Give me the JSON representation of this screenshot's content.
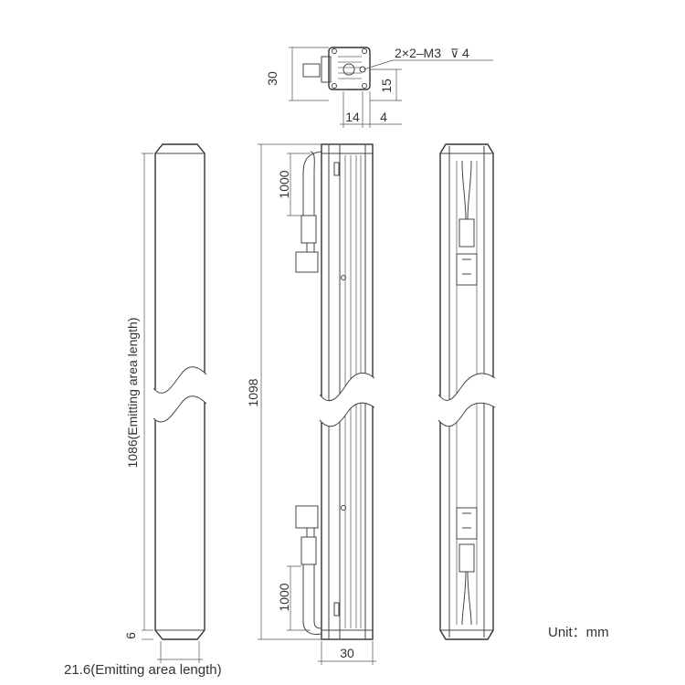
{
  "labels": {
    "top_width": "30",
    "thread_spec": "2×2–M3",
    "thread_depth_symbol": "⊽",
    "thread_depth": "4",
    "top_height": "15",
    "top_offset_a": "14",
    "top_offset_b": "4",
    "emitting_length": "1086(Emitting area length)",
    "end_margin": "6",
    "emitting_width": "21.6(Emitting area length)",
    "cable_upper": "1000",
    "cable_lower": "1000",
    "total_length": "1098",
    "body_width": "30",
    "unit": "Unit：mm"
  },
  "colors": {
    "line": "#333333",
    "dimension": "#555555",
    "background": "#ffffff"
  }
}
